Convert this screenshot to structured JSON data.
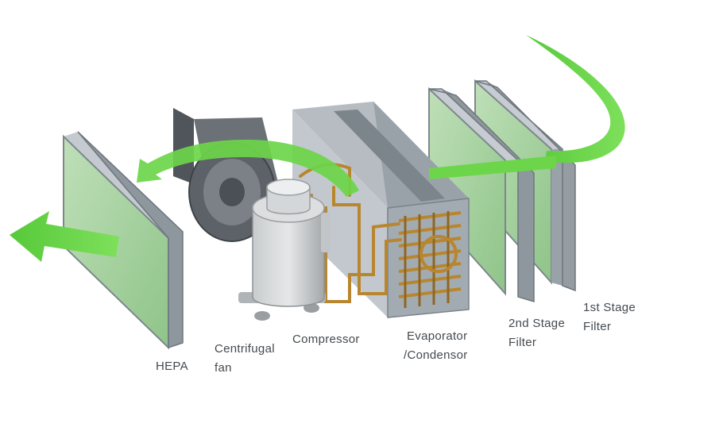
{
  "labels": {
    "hepa": "HEPA",
    "fan_line1": "Centrifugal",
    "fan_line2": "fan",
    "compressor": "Compressor",
    "evap_line1": "Evaporator",
    "evap_line2": "/Condensor",
    "stage2_line1": "2nd Stage",
    "stage2_line2": "Filter",
    "stage1_line1": "1st Stage",
    "stage1_line2": "Filter"
  },
  "colors": {
    "airflow": "#6dd54a",
    "filter_media": "#a9d3a3",
    "frame": "#9ea6ad",
    "copper": "#b8862e",
    "label": "#444a4f"
  }
}
